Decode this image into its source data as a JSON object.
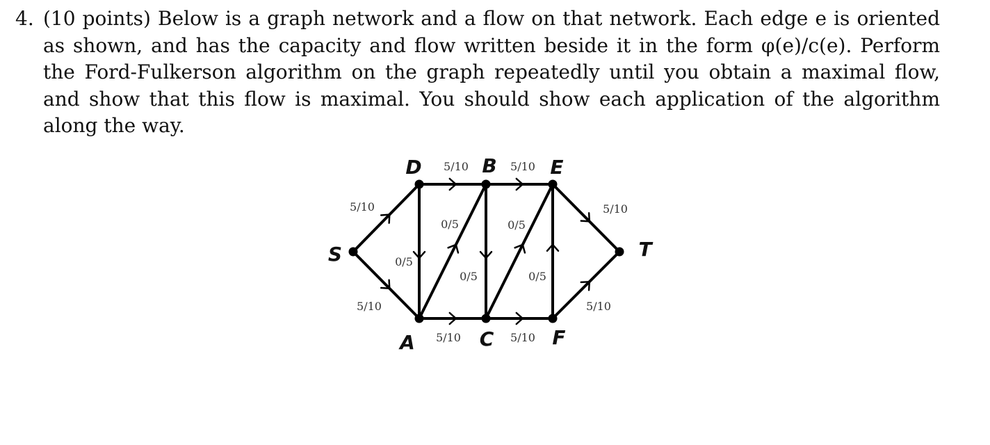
{
  "problem": {
    "number": "4.",
    "text": "(10 points) Below is a graph network and a flow on that network. Each edge e is oriented as shown, and has the capacity and flow written beside it in the form φ(e)/c(e). Perform the Ford-Fulkerson algorithm on the graph repeatedly until you obtain a maximal flow, and show that this flow is maximal. You should show each application of the algorithm along the way."
  },
  "graph": {
    "nodes": [
      {
        "id": "S",
        "label": "S"
      },
      {
        "id": "D",
        "label": "D"
      },
      {
        "id": "B",
        "label": "B"
      },
      {
        "id": "E",
        "label": "E"
      },
      {
        "id": "A",
        "label": "A"
      },
      {
        "id": "C",
        "label": "C"
      },
      {
        "id": "F",
        "label": "F"
      },
      {
        "id": "T",
        "label": "T"
      }
    ],
    "edges": [
      {
        "id": "S-D",
        "from": "S",
        "to": "D",
        "label": "5/10"
      },
      {
        "id": "S-A",
        "from": "S",
        "to": "A",
        "label": "5/10"
      },
      {
        "id": "D-B",
        "from": "D",
        "to": "B",
        "label": "5/10"
      },
      {
        "id": "B-E",
        "from": "B",
        "to": "E",
        "label": "5/10"
      },
      {
        "id": "E-T",
        "from": "E",
        "to": "T",
        "label": "5/10"
      },
      {
        "id": "A-C",
        "from": "A",
        "to": "C",
        "label": "5/10"
      },
      {
        "id": "C-F",
        "from": "C",
        "to": "F",
        "label": "5/10"
      },
      {
        "id": "F-T",
        "from": "F",
        "to": "T",
        "label": "5/10"
      },
      {
        "id": "D-A",
        "from": "D",
        "to": "A",
        "label": "0/5"
      },
      {
        "id": "A-B",
        "from": "A",
        "to": "B",
        "label": "0/5"
      },
      {
        "id": "B-C",
        "from": "B",
        "to": "C",
        "label": "0/5"
      },
      {
        "id": "C-E",
        "from": "C",
        "to": "E",
        "label": "0/5"
      },
      {
        "id": "F-E",
        "from": "F",
        "to": "E",
        "label": "0/5"
      }
    ]
  }
}
